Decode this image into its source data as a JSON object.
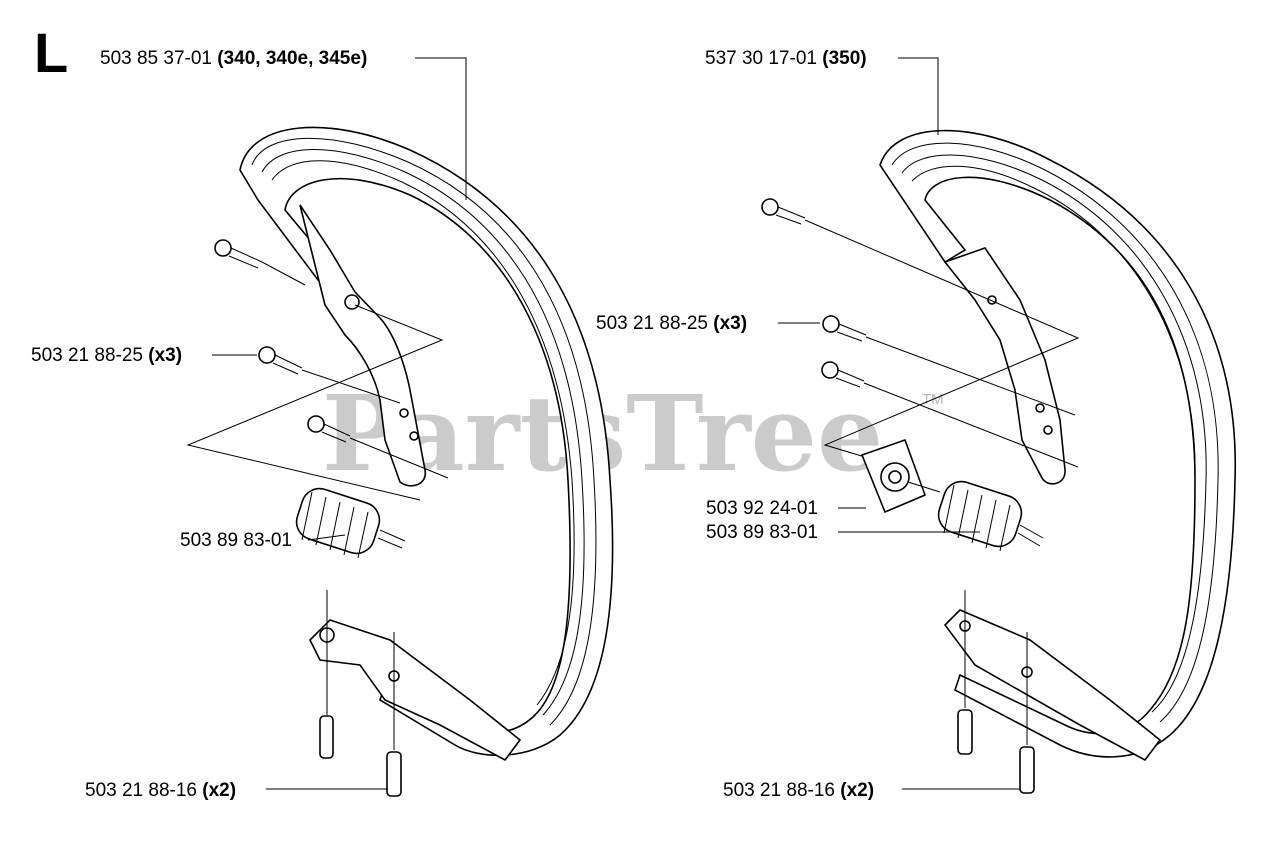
{
  "section_letter": "L",
  "watermark": "PartsTree",
  "watermark_tm": "TM",
  "left": {
    "handle": {
      "num": "503 85 37-01 ",
      "models": "(340, 340e, 345e)"
    },
    "screw_a": {
      "num": "503 21 88-25 ",
      "qty": "(x3)"
    },
    "buffer": {
      "num": "503 89 83-01",
      "qty": ""
    },
    "screw_b": {
      "num": "503 21 88-16 ",
      "qty": "(x2)"
    }
  },
  "right": {
    "handle": {
      "num": "537 30 17-01 ",
      "models": "(350)"
    },
    "screw_a": {
      "num": "503 21 88-25 ",
      "qty": "(x3)"
    },
    "plate": {
      "num": "503 92 24-01",
      "qty": ""
    },
    "buffer": {
      "num": "503 89 83-01",
      "qty": ""
    },
    "screw_b": {
      "num": "503 21 88-16 ",
      "qty": "(x2)"
    }
  }
}
